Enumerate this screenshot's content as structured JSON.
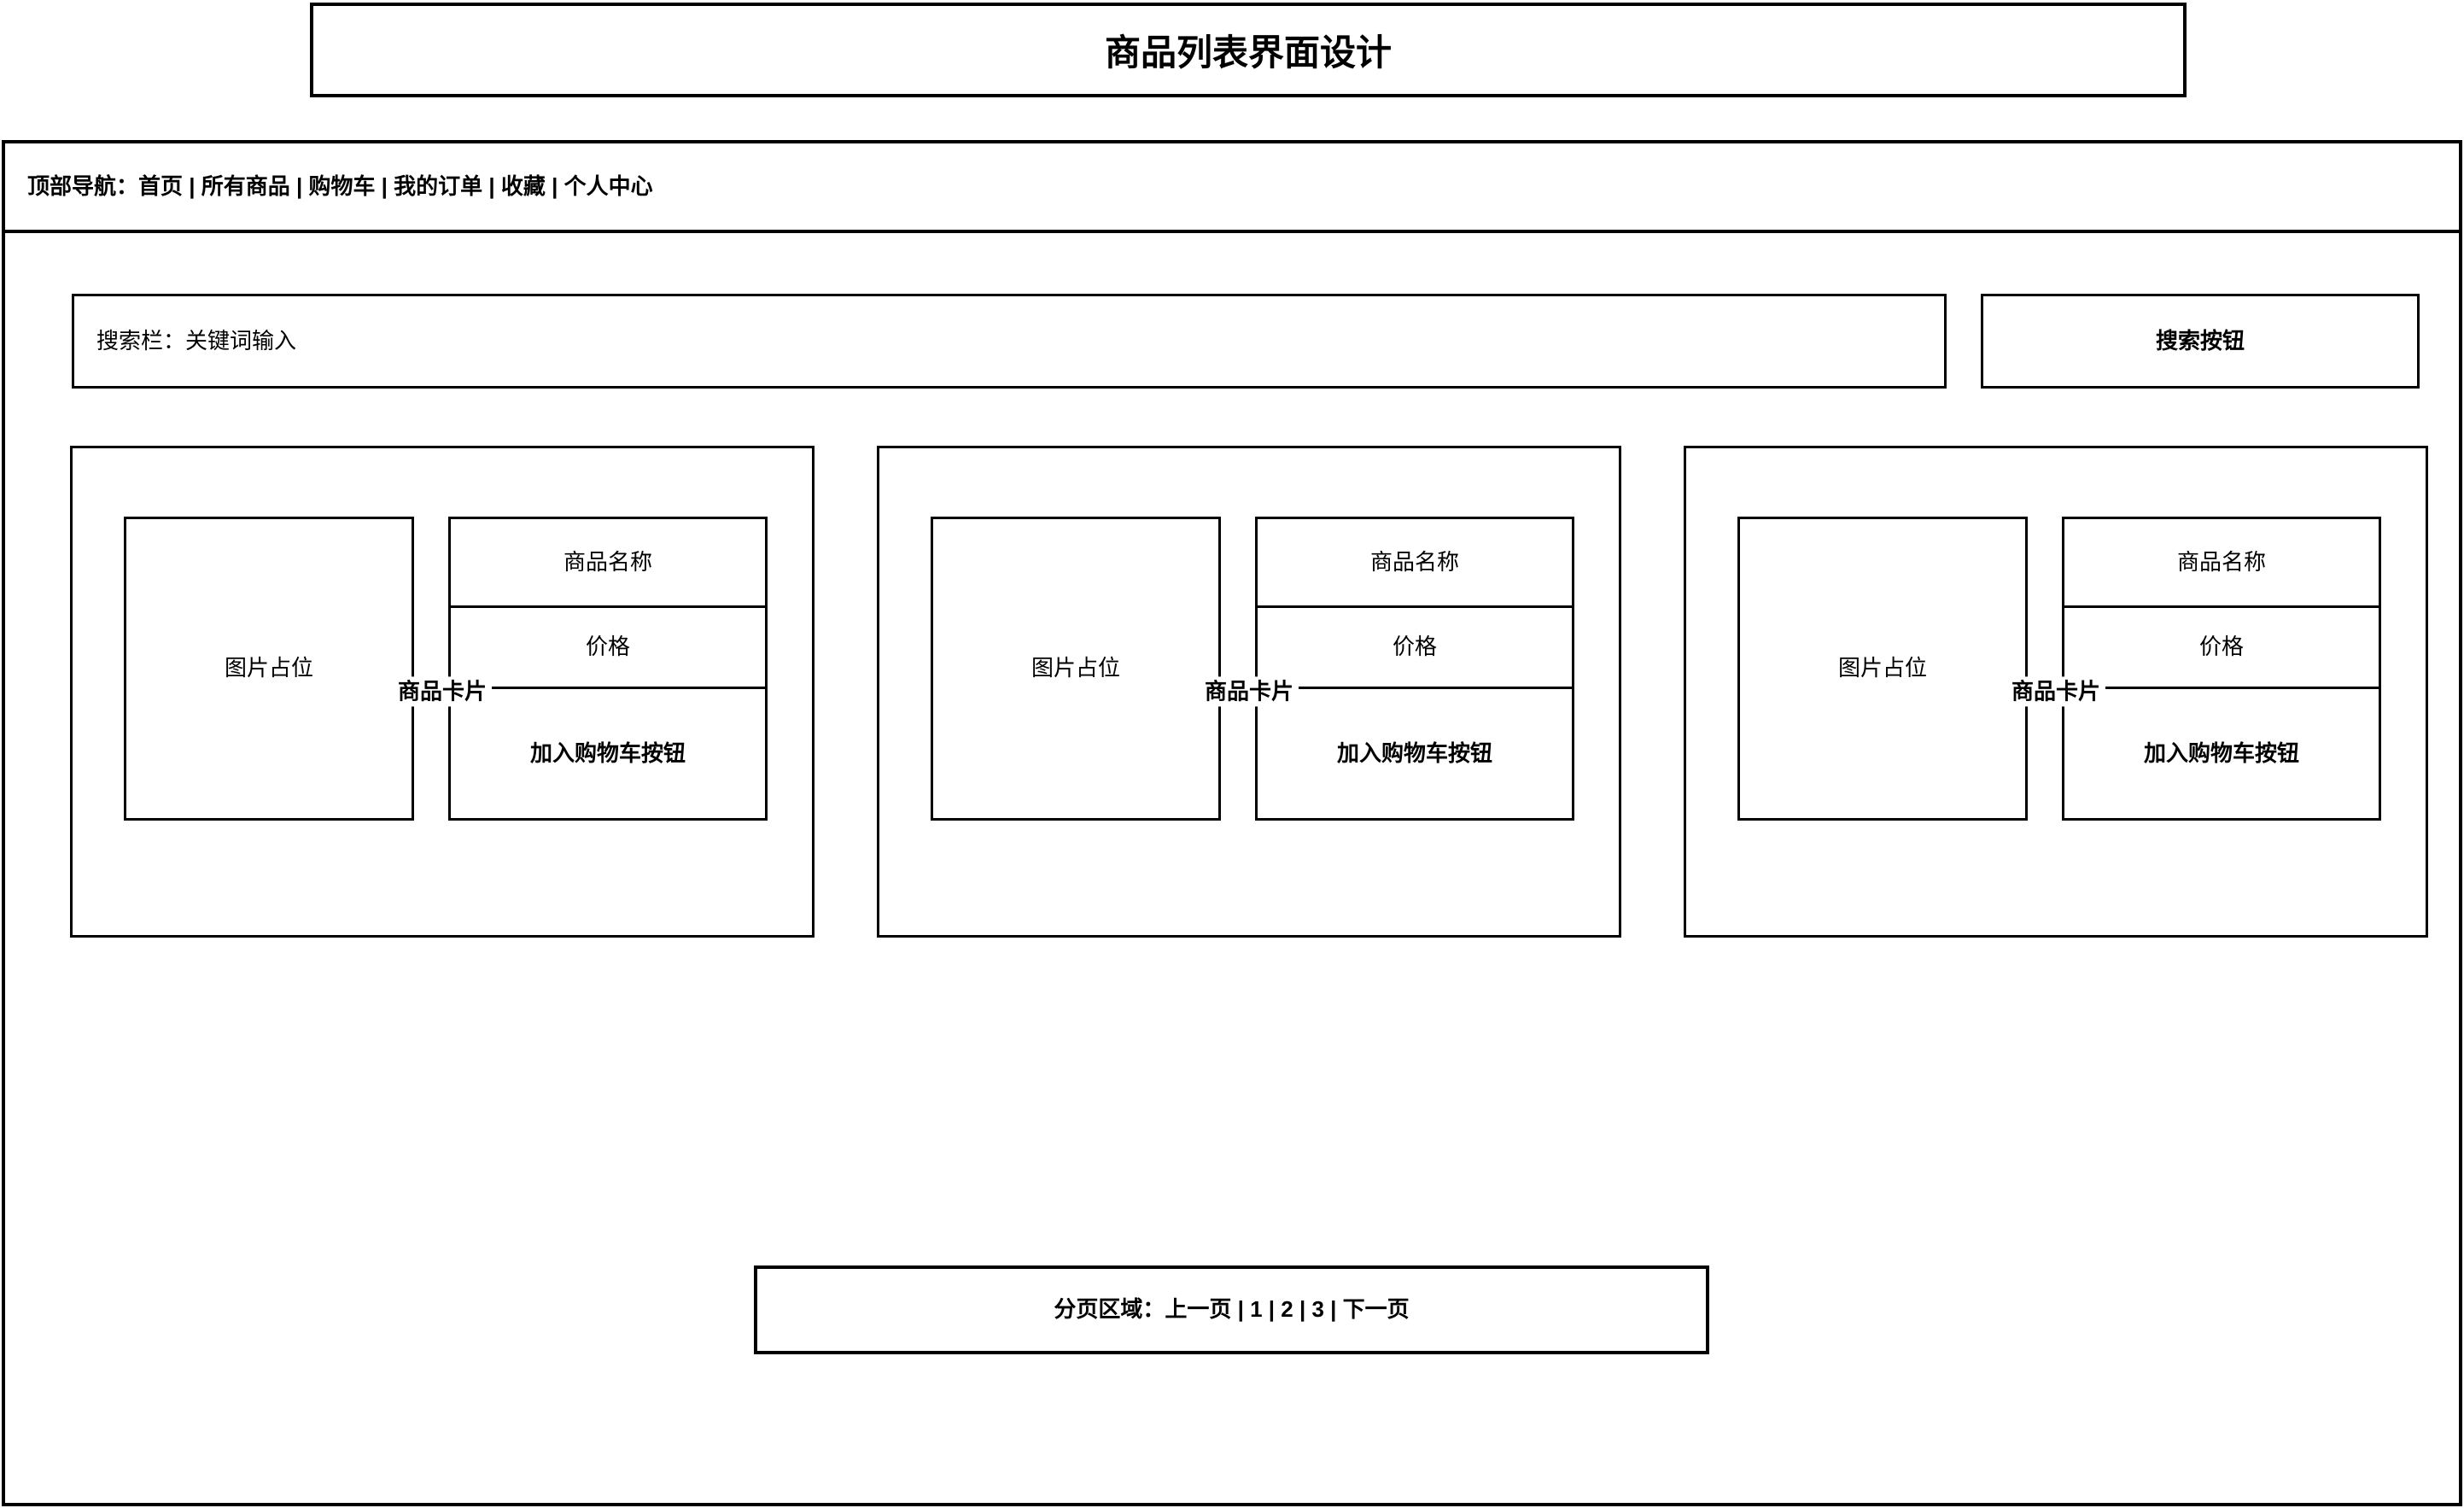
{
  "page": {
    "title": "商品列表界面设计"
  },
  "nav": {
    "text": "顶部导航：首页 | 所有商品 | 购物车 | 我的订单 | 收藏 | 个人中心",
    "label": "顶部导航",
    "separator": " | ",
    "items": [
      "首页",
      "所有商品",
      "购物车",
      "我的订单",
      "收藏",
      "个人中心"
    ]
  },
  "search": {
    "bar_text": "搜索栏：关键词输入",
    "bar_label": "搜索栏",
    "placeholder": "关键词输入",
    "button_label": "搜索按钮"
  },
  "cards": [
    {
      "label": "商品卡片",
      "image_placeholder": "图片占位",
      "name": "商品名称",
      "price": "价格",
      "add_to_cart": "加入购物车按钮"
    },
    {
      "label": "商品卡片",
      "image_placeholder": "图片占位",
      "name": "商品名称",
      "price": "价格",
      "add_to_cart": "加入购物车按钮"
    },
    {
      "label": "商品卡片",
      "image_placeholder": "图片占位",
      "name": "商品名称",
      "price": "价格",
      "add_to_cart": "加入购物车按钮"
    }
  ],
  "pagination": {
    "text": "分页区域：上一页 | 1 | 2 | 3 | 下一页",
    "label": "分页区域",
    "prev": "上一页",
    "pages": [
      "1",
      "2",
      "3"
    ],
    "next": "下一页"
  },
  "colors": {
    "border": "#000000",
    "background": "#ffffff",
    "text": "#000000"
  }
}
